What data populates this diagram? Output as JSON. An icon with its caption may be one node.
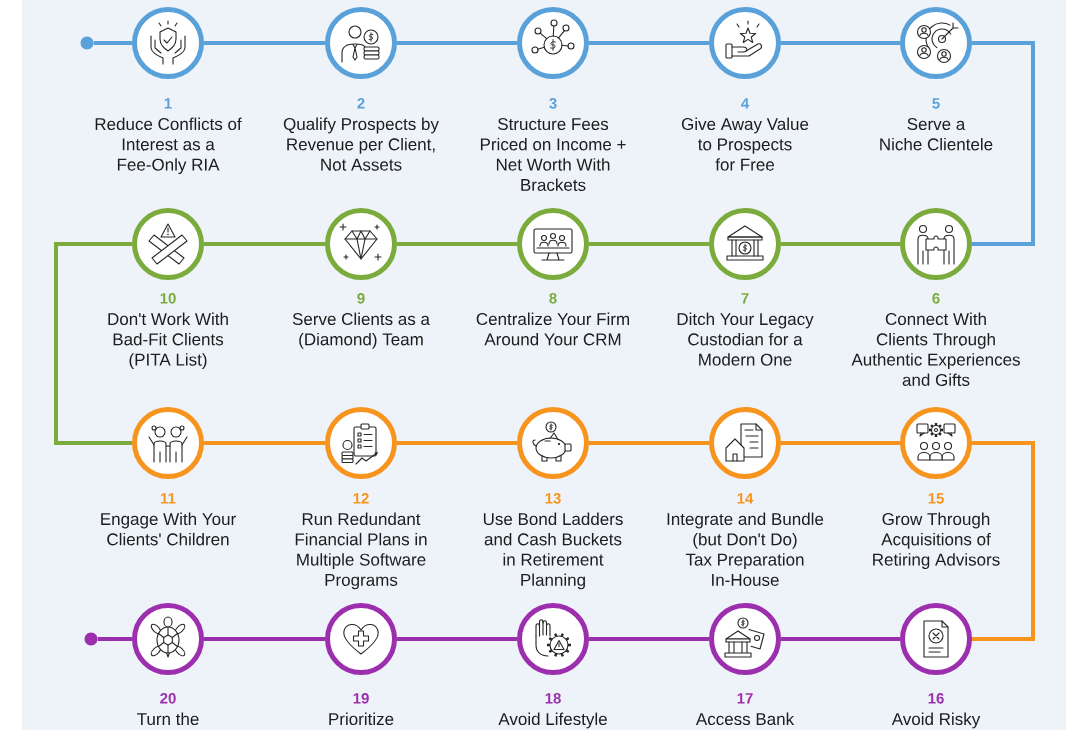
{
  "diagram": {
    "nodes": [
      {
        "text": [],
        "shape": "dot"
      },
      {
        "text": [
          "1",
          "Reduce Conflicts of Interest as a Fee-Only RIA"
        ]
      },
      {
        "text": [
          "2",
          "Qualify Prospects by Revenue per Client, Not Assets"
        ]
      },
      {
        "text": [
          "3",
          "Structure Fees Priced on Income + Net Worth With Brackets"
        ]
      },
      {
        "text": [
          "4",
          "Give Away Value to Prospects for Free"
        ]
      },
      {
        "text": [
          "5",
          "Serve a Niche Clientele"
        ]
      },
      {
        "text": [
          "6",
          "Connect With Clients Through Authentic Experiences and Gifts"
        ]
      },
      {
        "text": [
          "7",
          "Ditch Your Legacy Custodian for a Modern One"
        ]
      },
      {
        "text": [
          "8",
          "Centralize Your Firm Around Your CRM"
        ]
      },
      {
        "text": [
          "9",
          "Serve Clients as a (Diamond) Team"
        ]
      },
      {
        "text": [
          "10",
          "Don't Work With Bad-Fit Clients (PITA List)"
        ]
      },
      {
        "text": [
          "11",
          "Engage With Your Clients' Children"
        ]
      },
      {
        "text": [
          "12",
          "Run Redundant Financial Plans in Multiple Software Programs"
        ]
      },
      {
        "text": [
          "13",
          "Use Bond Ladders and Cash Buckets in Retirement Planning"
        ]
      },
      {
        "text": [
          "14",
          "Integrate and Bundle (but Don't Do) Tax Preparation In-House"
        ]
      },
      {
        "text": [
          "15",
          "Grow Through Acquisitions of Retiring Advisors"
        ]
      },
      {
        "text": [
          "16",
          "Avoid Risky"
        ]
      },
      {
        "text": [
          "17",
          "Access Bank"
        ]
      },
      {
        "text": [
          "18",
          "Avoid Lifestyle"
        ]
      },
      {
        "text": [
          "19",
          "Prioritize"
        ]
      },
      {
        "text": [
          "20",
          "Turn the"
        ]
      },
      {
        "text": [],
        "shape": "dot"
      }
    ],
    "edges": [
      {
        "from": 0,
        "to": 1,
        "arrow": "none",
        "color": "#5aa1da"
      },
      {
        "from": 1,
        "to": 2,
        "arrow": "none",
        "color": "#5aa1da"
      },
      {
        "from": 2,
        "to": 3,
        "arrow": "none",
        "color": "#5aa1da"
      },
      {
        "from": 3,
        "to": 4,
        "arrow": "none",
        "color": "#5aa1da"
      },
      {
        "from": 4,
        "to": 5,
        "arrow": "none",
        "color": "#5aa1da"
      },
      {
        "from": 5,
        "to": 6,
        "arrow": "none",
        "color": "#5aa1da"
      },
      {
        "from": 6,
        "to": 7,
        "arrow": "none",
        "color": "#7bab3c"
      },
      {
        "from": 7,
        "to": 8,
        "arrow": "none",
        "color": "#7bab3c"
      },
      {
        "from": 8,
        "to": 9,
        "arrow": "none",
        "color": "#7bab3c"
      },
      {
        "from": 9,
        "to": 10,
        "arrow": "none",
        "color": "#7bab3c"
      },
      {
        "from": 10,
        "to": 11,
        "arrow": "none",
        "color": "#7bab3c"
      },
      {
        "from": 11,
        "to": 12,
        "arrow": "none",
        "color": "#f7941e"
      },
      {
        "from": 12,
        "to": 13,
        "arrow": "none",
        "color": "#f7941e"
      },
      {
        "from": 13,
        "to": 14,
        "arrow": "none",
        "color": "#f7941e"
      },
      {
        "from": 14,
        "to": 15,
        "arrow": "none",
        "color": "#f7941e"
      },
      {
        "from": 15,
        "to": 16,
        "arrow": "none",
        "color": "#f7941e"
      },
      {
        "from": 16,
        "to": 17,
        "arrow": "none",
        "color": "#9c2fae"
      },
      {
        "from": 17,
        "to": 18,
        "arrow": "none",
        "color": "#9c2fae"
      },
      {
        "from": 18,
        "to": 19,
        "arrow": "none",
        "color": "#9c2fae"
      },
      {
        "from": 19,
        "to": 20,
        "arrow": "none",
        "color": "#9c2fae"
      },
      {
        "from": 20,
        "to": 21,
        "arrow": "none",
        "color": "#9c2fae"
      }
    ]
  }
}
